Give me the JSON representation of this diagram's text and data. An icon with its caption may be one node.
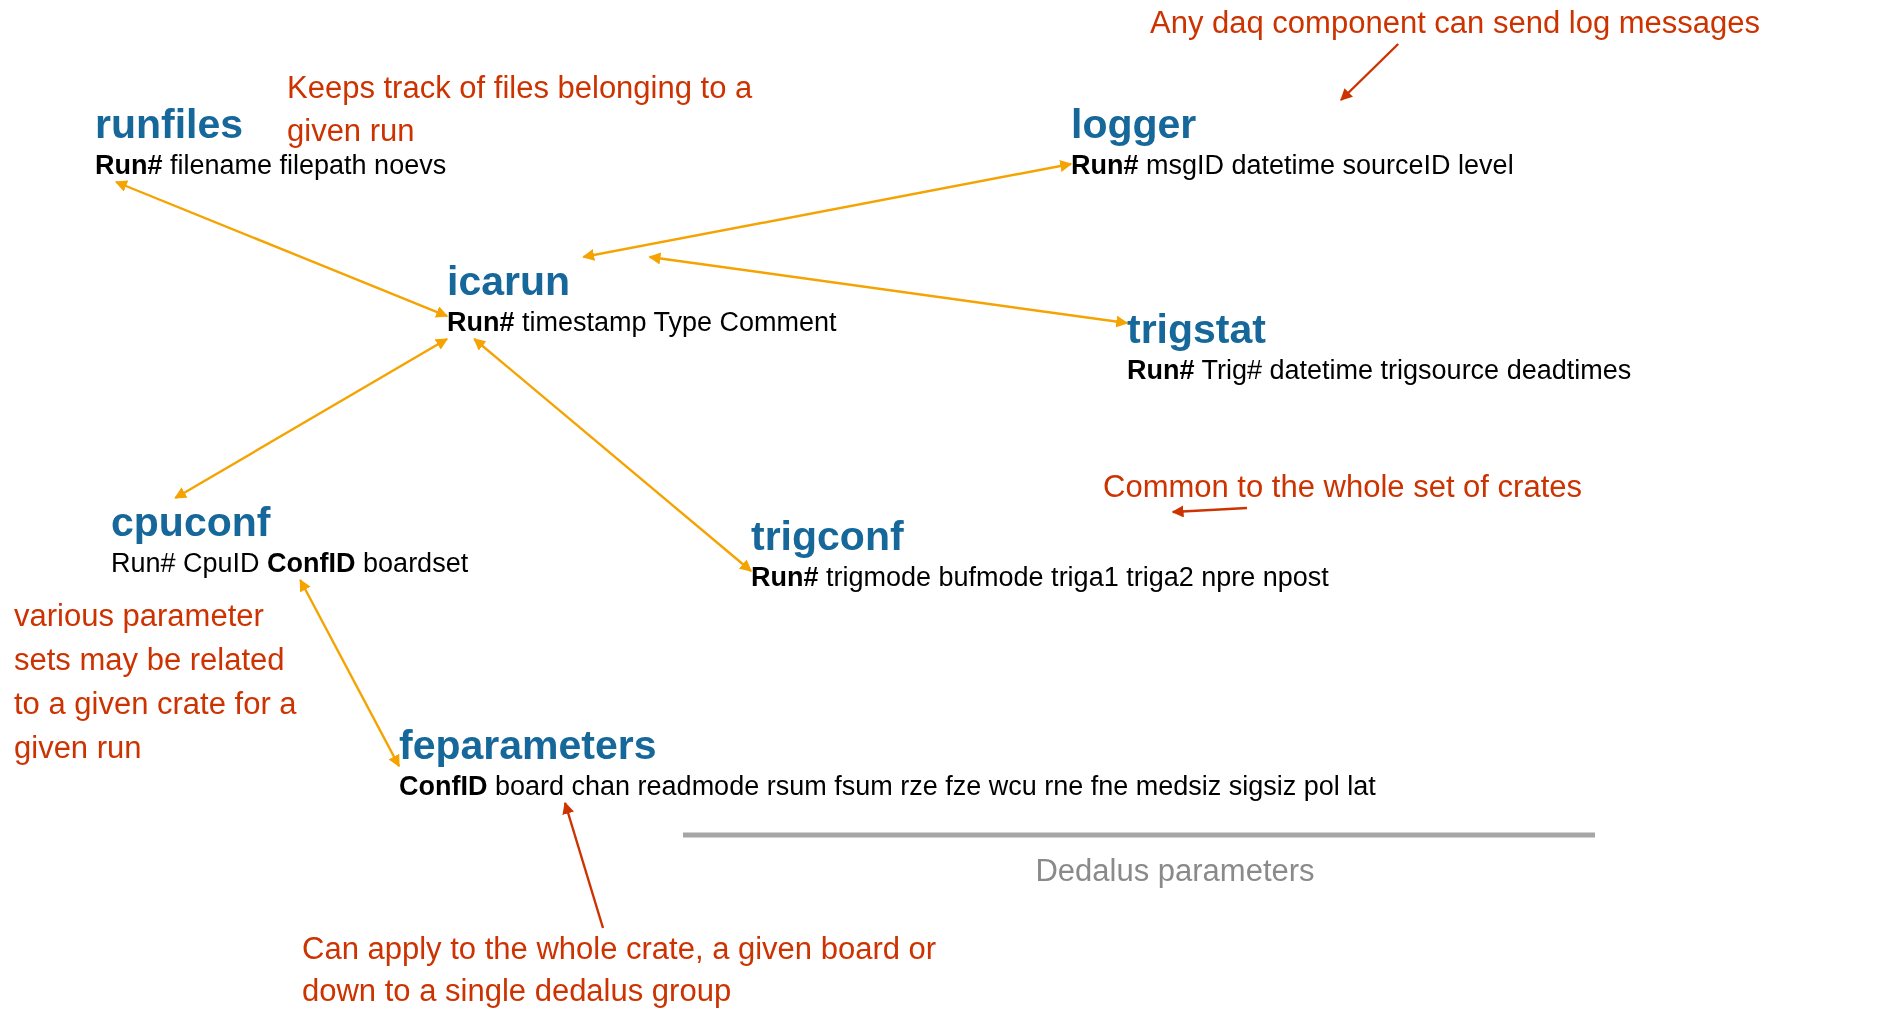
{
  "diagram": {
    "nodes": [
      {
        "text": [
          "runfiles",
          "**Run#** filename filepath noevs"
        ],
        "beside": [
          "Keeps track of files belonging to a given run"
        ]
      },
      {
        "text": [
          "logger",
          "**Run#** msgID datetime sourceID level"
        ]
      },
      {
        "text": [
          "icarun",
          "**Run#** timestamp Type Comment"
        ]
      },
      {
        "text": [
          "trigstat",
          "**Run#** Trig# datetime trigsource deadtimes"
        ]
      },
      {
        "text": [
          "cpuconf",
          "Run# CpuID **ConfID** boardset"
        ]
      },
      {
        "text": [
          "trigconf",
          "**Run#** trigmode bufmode triga1 triga2 npre npost"
        ]
      },
      {
        "text": [
          "feparameters",
          "**ConfID** board chan readmode rsum fsum rze fze wcu rne fne medsiz sigsiz pol lat"
        ]
      },
      {
        "text": [
          "Any daq component can send log messages"
        ]
      },
      {
        "text": [
          "Common to the whole set of crates"
        ]
      },
      {
        "text": [
          "Can apply to the whole crate, a given board or down to a single dedalus group"
        ]
      }
    ],
    "edges": [
      {
        "from": 2,
        "to": 0,
        "arrow": "both"
      },
      {
        "from": 2,
        "to": 1,
        "arrow": "both"
      },
      {
        "from": 2,
        "to": 3,
        "arrow": "both"
      },
      {
        "from": 2,
        "to": 4,
        "arrow": "both"
      },
      {
        "from": 2,
        "to": 5,
        "arrow": "both"
      },
      {
        "from": 4,
        "to": 6,
        "arrow": "both"
      },
      {
        "from": 7,
        "to": 1,
        "arrow": "to",
        "color": "#cc3300"
      },
      {
        "from": 8,
        "to": 5,
        "arrow": "to",
        "color": "#cc3300"
      },
      {
        "from": 9,
        "to": 6,
        "arrow": "to",
        "color": "#cc3300"
      }
    ],
    "labels": [
      "various parameter sets may be related to a given crate for a given run",
      "Dedalus parameters"
    ]
  }
}
